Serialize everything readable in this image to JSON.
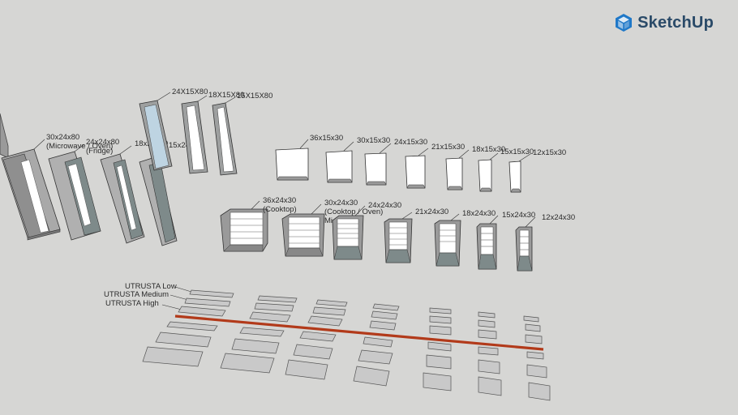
{
  "brand": {
    "name": "SketchUp",
    "logo_color": "#1f78c8",
    "text_color": "#2a4a68"
  },
  "scene": {
    "background": "#d6d6d4",
    "tall_cabinets": [
      {
        "label": "30x24x80",
        "sublabel": "(Microwave / Oven)"
      },
      {
        "label": "24x24x80",
        "sublabel": "(Fridge)"
      },
      {
        "label": "18x24x80"
      },
      {
        "label": "15x24x80"
      }
    ],
    "wall_tall_cabinets": [
      {
        "label": "24X15X80"
      },
      {
        "label": "18X15X80"
      },
      {
        "label": "15X15X80"
      }
    ],
    "wall_cabinets": [
      {
        "label": "36x15x30"
      },
      {
        "label": "30x15x30"
      },
      {
        "label": "24x15x30"
      },
      {
        "label": "21x15x30"
      },
      {
        "label": "18x15x30"
      },
      {
        "label": "15x15x30"
      },
      {
        "label": "12x15x30"
      }
    ],
    "base_cabinets": [
      {
        "label": "36x24x30",
        "sublabel": "(Cooktop)"
      },
      {
        "label": "30x24x30",
        "sublabel": "(Cooktop / Oven)",
        "sublabel2": "Mi"
      },
      {
        "label": "24x24x30"
      },
      {
        "label": "21x24x30"
      },
      {
        "label": "18x24x30"
      },
      {
        "label": "15x24x30"
      },
      {
        "label": "12x24x30"
      }
    ],
    "drawer_rows": [
      {
        "label": "UTRUSTA Low"
      },
      {
        "label": "UTRUSTA Medium"
      },
      {
        "label": "UTRUSTA High"
      }
    ],
    "section_line_color": "#b23a1a"
  }
}
